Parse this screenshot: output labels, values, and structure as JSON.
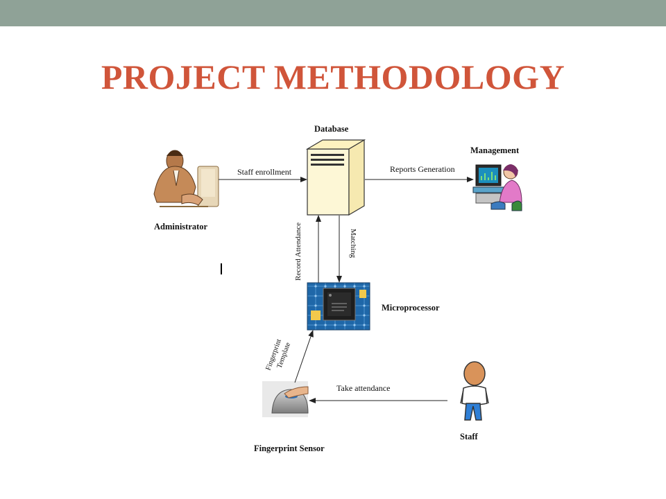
{
  "slide": {
    "title": "PROJECT METHODOLOGY"
  },
  "theme": {
    "top_bar_color": "#8fa297",
    "title_color": "#d0553a"
  },
  "nodes": {
    "database": "Database",
    "management": "Management",
    "administrator": "Administrator",
    "microprocessor": "Microprocessor",
    "fingerprint_sensor": "Fingerprint Sensor",
    "staff": "Staff"
  },
  "edges": {
    "staff_enrollment": "Staff enrollment",
    "reports_generation": "Reports Generation",
    "record_attendance": "Record Attendance",
    "matching": "Matching",
    "fingerprint_template_line1": "Fingerprint",
    "fingerprint_template_line2": "Template",
    "take_attendance": "Take attendance"
  }
}
